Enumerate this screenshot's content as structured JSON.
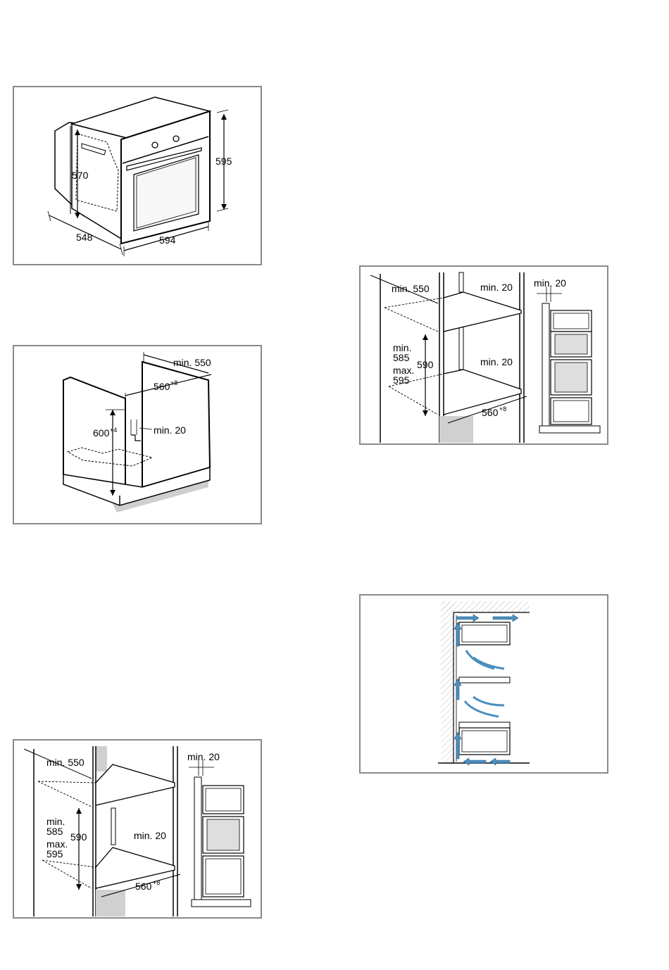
{
  "panel1": {
    "dim_height_inner": "570",
    "dim_height": "595",
    "dim_depth": "548",
    "dim_width": "594"
  },
  "panel2": {
    "depth_min": "min. 550",
    "width": "560",
    "width_tol": "+8",
    "height": "600",
    "height_tol": "+4",
    "gap_min": "min. 20"
  },
  "panel3": {
    "depth_min": "min. 550",
    "gap_top": "min. 20",
    "min_label": "min.",
    "min_val": "585",
    "max_label": "max.",
    "max_val": "595",
    "niche": "590",
    "gap_mid": "min. 20",
    "width": "560",
    "width_tol": "+8",
    "side_gap": "min. 20"
  },
  "panel4": {
    "depth_min": "min. 550",
    "side_gap": "min. 20",
    "min_label": "min.",
    "min_val": "585",
    "niche": "590",
    "gap_mid": "min. 20",
    "max_label": "max.",
    "max_val": "595",
    "width": "560",
    "width_tol": "+8"
  },
  "colors": {
    "frame": "#8a8a8a",
    "airflow": "#4a8fc0",
    "shade": "#d0d0d0"
  }
}
